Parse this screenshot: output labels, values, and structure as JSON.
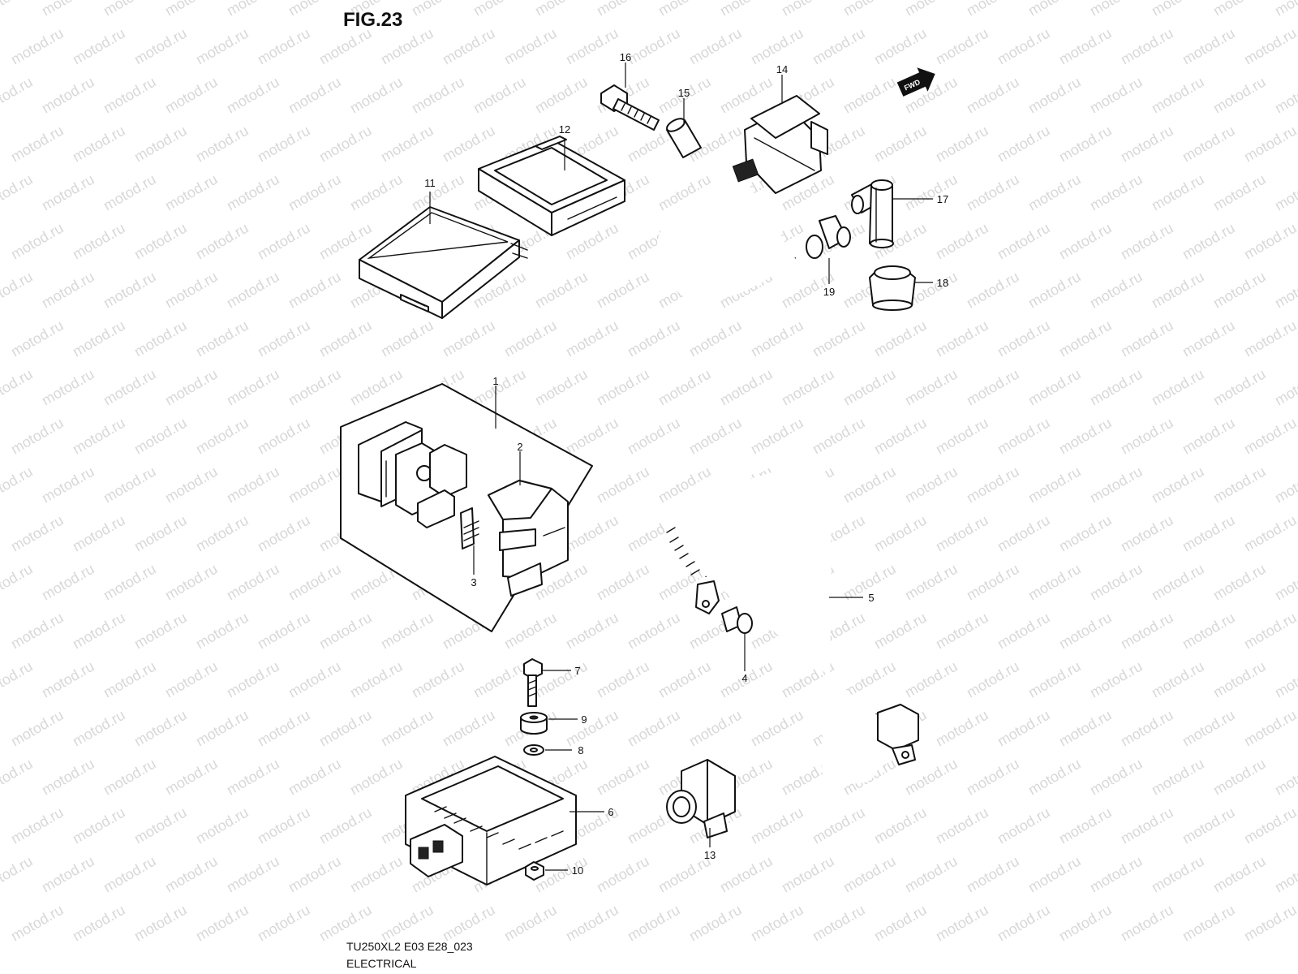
{
  "figure": {
    "title": "FIG.23"
  },
  "footer": {
    "model_code": "TU250XL2 E03 E28_023",
    "section": "ELECTRICAL"
  },
  "watermark": {
    "text": "motod.ru",
    "color": "#d8d8d8"
  },
  "direction_badge": {
    "label": "FWD",
    "icon": "fwd-arrow-icon"
  },
  "callouts": [
    {
      "id": "1",
      "label": "1",
      "part": "starter-relay-kit"
    },
    {
      "id": "2",
      "label": "2",
      "part": "relay-cover"
    },
    {
      "id": "3",
      "label": "3",
      "part": "main-fuse"
    },
    {
      "id": "4",
      "label": "4",
      "part": "cable-bolt"
    },
    {
      "id": "5",
      "label": "5",
      "part": "starter-cable"
    },
    {
      "id": "6",
      "label": "6",
      "part": "regulator-rectifier"
    },
    {
      "id": "7",
      "label": "7",
      "part": "regulator-bolt"
    },
    {
      "id": "8",
      "label": "8",
      "part": "washer"
    },
    {
      "id": "9",
      "label": "9",
      "part": "cushion"
    },
    {
      "id": "10",
      "label": "10",
      "part": "nut"
    },
    {
      "id": "11",
      "label": "11",
      "part": "ecm-unit"
    },
    {
      "id": "12",
      "label": "12",
      "part": "ecm-holder"
    },
    {
      "id": "13",
      "label": "13",
      "part": "connector"
    },
    {
      "id": "14",
      "label": "14",
      "part": "ignition-coil"
    },
    {
      "id": "15",
      "label": "15",
      "part": "spacer"
    },
    {
      "id": "16",
      "label": "16",
      "part": "coil-bolt"
    },
    {
      "id": "17",
      "label": "17",
      "part": "plug-cap"
    },
    {
      "id": "18",
      "label": "18",
      "part": "cap-cover"
    },
    {
      "id": "19",
      "label": "19",
      "part": "cord-seal"
    }
  ]
}
